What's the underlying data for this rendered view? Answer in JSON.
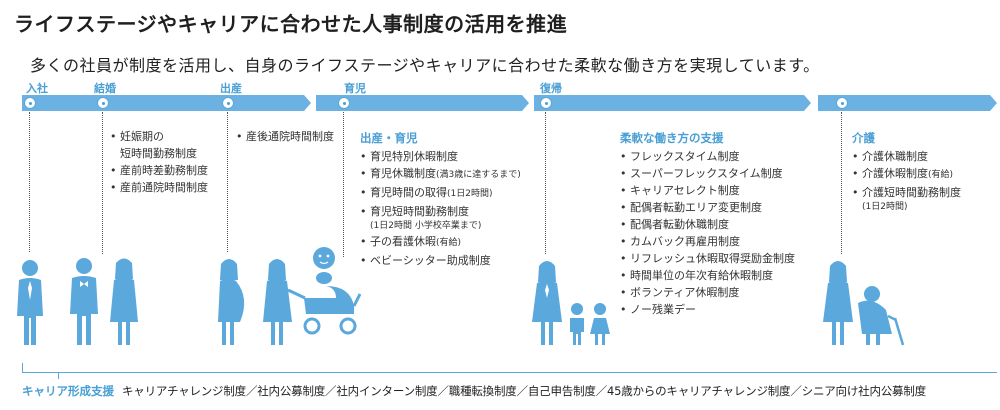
{
  "title": "ライフステージやキャリアに合わせた人事制度の活用を推進",
  "subtitle": "多くの社員が制度を活用し、自身のライフステージやキャリアに合わせた柔軟な働き方を実現しています。",
  "stages": {
    "nyusha": "入社",
    "kekkon": "結婚",
    "shussan": "出産",
    "ikuji": "育児",
    "fukki": "復帰"
  },
  "kekkon_items": {
    "i1": "妊娠期の",
    "i1b": "短時間勤務制度",
    "i2": "産前時差勤務制度",
    "i3": "産前通院時間制度"
  },
  "shussan_items": {
    "i1": "産後通院時間制度"
  },
  "ikuji_section": {
    "heading": "出産・育児",
    "i1": "育児特別休暇制度",
    "i2": "育児休職制度",
    "i2_note": "(満3歳に達するまで)",
    "i3": "育児時間の取得",
    "i3_note": "(1日2時間)",
    "i4": "育児短時間勤務制度",
    "i4_note": "(1日2時間 小学校卒業まで)",
    "i5": "子の看護休暇",
    "i5_note": "(有給)",
    "i6": "ベビーシッター助成制度"
  },
  "fukki_section": {
    "heading": "柔軟な働き方の支援",
    "items": [
      "フレックスタイム制度",
      "スーパーフレックスタイム制度",
      "キャリアセレクト制度",
      "配偶者転勤エリア変更制度",
      "配偶者転勤休職制度",
      "カムバック再雇用制度",
      "リフレッシュ休暇取得奨励金制度",
      "時間単位の年次有給休暇制度",
      "ボランティア休暇制度",
      "ノー残業デー"
    ]
  },
  "kaigo_section": {
    "heading": "介護",
    "i1": "介護休職制度",
    "i2": "介護休暇制度",
    "i2_note": "(有給)",
    "i3": "介護短時間勤務制度",
    "i3_note": "(1日2時間)"
  },
  "footer": {
    "label": "キャリア形成支援",
    "text": "キャリアチャレンジ制度／社内公募制度／社内インターン制度／職種転換制度／自己申告制度／45歳からのキャリアチャレンジ制度／シニア向け社内公募制度"
  },
  "colors": {
    "timeline": "#6bb2e2",
    "accent": "#4a9fd4",
    "figure": "#5aa8dc"
  }
}
